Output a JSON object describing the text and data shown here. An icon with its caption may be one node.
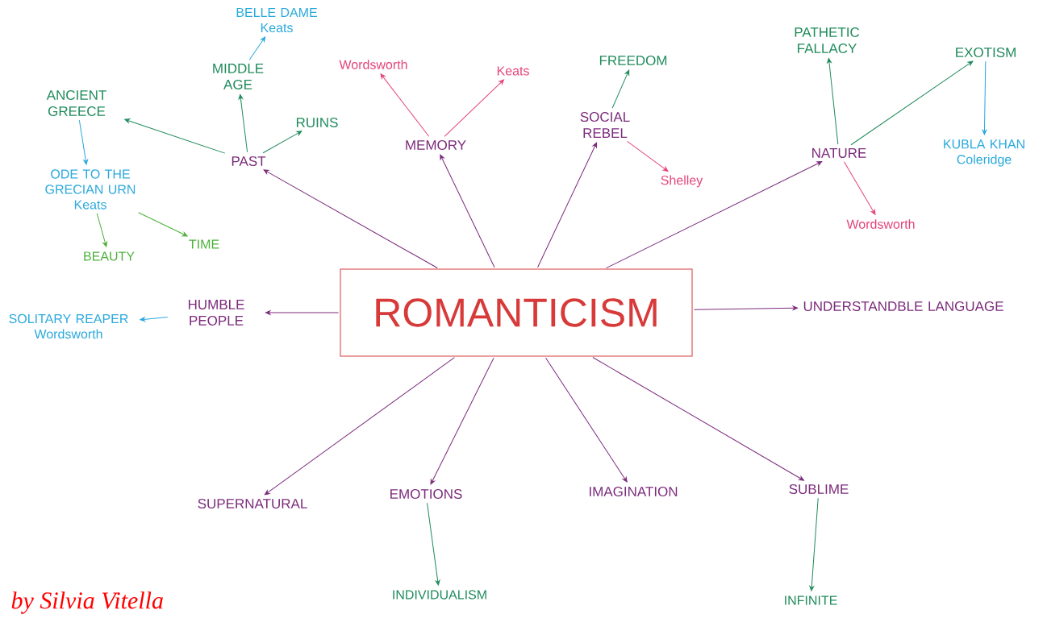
{
  "diagram": {
    "nodes": [
      {
        "text": [
          "ROMANTICISM"
        ]
      },
      {
        "text": [
          "PAST"
        ]
      },
      {
        "text": [
          "ANCIENT GREECE"
        ]
      },
      {
        "text": [
          "ODE TO THE GRECIAN URN",
          "Keats"
        ]
      },
      {
        "text": [
          "BEAUTY"
        ]
      },
      {
        "text": [
          "TIME"
        ]
      },
      {
        "text": [
          "MIDDLE AGE"
        ]
      },
      {
        "text": [
          "BELLE DAME",
          "Keats"
        ]
      },
      {
        "text": [
          "RUINS"
        ]
      },
      {
        "text": [
          "MEMORY"
        ]
      },
      {
        "text": [
          "Wordsworth"
        ]
      },
      {
        "text": [
          "Keats"
        ]
      },
      {
        "text": [
          "SOCIAL REBEL"
        ]
      },
      {
        "text": [
          "FREEDOM"
        ]
      },
      {
        "text": [
          "Shelley"
        ]
      },
      {
        "text": [
          "NATURE"
        ]
      },
      {
        "text": [
          "PATHETIC FALLACY"
        ]
      },
      {
        "text": [
          "EXOTISM"
        ]
      },
      {
        "text": [
          "KUBLA KHAN",
          "Coleridge"
        ]
      },
      {
        "text": [
          "Wordsworth"
        ]
      },
      {
        "text": [
          "UNDERSTANDBLE LANGUAGE"
        ]
      },
      {
        "text": [
          "HUMBLE PEOPLE"
        ]
      },
      {
        "text": [
          "SOLITARY REAPER",
          "Wordsworth"
        ]
      },
      {
        "text": [
          "SUPERNATURAL"
        ]
      },
      {
        "text": [
          "EMOTIONS"
        ]
      },
      {
        "text": [
          "INDIVIDUALISM"
        ]
      },
      {
        "text": [
          "IMAGINATION"
        ]
      },
      {
        "text": [
          "SUBLIME"
        ]
      },
      {
        "text": [
          "INFINITE"
        ]
      }
    ],
    "edges": [
      {
        "from": 0,
        "to": 1,
        "arrow": "to"
      },
      {
        "from": 1,
        "to": 2,
        "arrow": "to",
        "color": "#1f8a5a"
      },
      {
        "from": 1,
        "to": 6,
        "arrow": "to",
        "color": "#1f8a5a"
      },
      {
        "from": 6,
        "to": 7,
        "arrow": "to",
        "color": "#2aa9dc"
      },
      {
        "from": 1,
        "to": 8,
        "arrow": "to",
        "color": "#1f8a5a"
      },
      {
        "from": 2,
        "to": 3,
        "arrow": "to",
        "color": "#2aa9dc"
      },
      {
        "from": 3,
        "to": 4,
        "arrow": "to",
        "color": "#4caf3a"
      },
      {
        "from": 3,
        "to": 5,
        "arrow": "to",
        "color": "#4caf3a"
      },
      {
        "from": 0,
        "to": 9,
        "arrow": "to"
      },
      {
        "from": 9,
        "to": 10,
        "arrow": "to",
        "color": "#e4447a"
      },
      {
        "from": 9,
        "to": 11,
        "arrow": "to",
        "color": "#e4447a"
      },
      {
        "from": 0,
        "to": 12,
        "arrow": "to"
      },
      {
        "from": 12,
        "to": 13,
        "arrow": "to",
        "color": "#1f8a5a"
      },
      {
        "from": 12,
        "to": 14,
        "arrow": "to",
        "color": "#e4447a"
      },
      {
        "from": 0,
        "to": 15,
        "arrow": "to"
      },
      {
        "from": 15,
        "to": 16,
        "arrow": "to",
        "color": "#1f8a5a"
      },
      {
        "from": 15,
        "to": 17,
        "arrow": "to",
        "color": "#1f8a5a"
      },
      {
        "from": 17,
        "to": 18,
        "arrow": "to",
        "color": "#2aa9dc"
      },
      {
        "from": 15,
        "to": 19,
        "arrow": "to",
        "color": "#e4447a"
      },
      {
        "from": 0,
        "to": 20,
        "arrow": "to"
      },
      {
        "from": 0,
        "to": 21,
        "arrow": "to"
      },
      {
        "from": 21,
        "to": 22,
        "arrow": "to",
        "color": "#2aa9dc"
      },
      {
        "from": 0,
        "to": 23,
        "arrow": "to"
      },
      {
        "from": 0,
        "to": 24,
        "arrow": "to"
      },
      {
        "from": 24,
        "to": 25,
        "arrow": "to",
        "color": "#1f8a5a"
      },
      {
        "from": 0,
        "to": 26,
        "arrow": "to"
      },
      {
        "from": 0,
        "to": 27,
        "arrow": "to"
      },
      {
        "from": 27,
        "to": 28,
        "arrow": "to",
        "color": "#1f8a5a"
      }
    ],
    "labels": [
      "by Silvia Vitella"
    ]
  }
}
